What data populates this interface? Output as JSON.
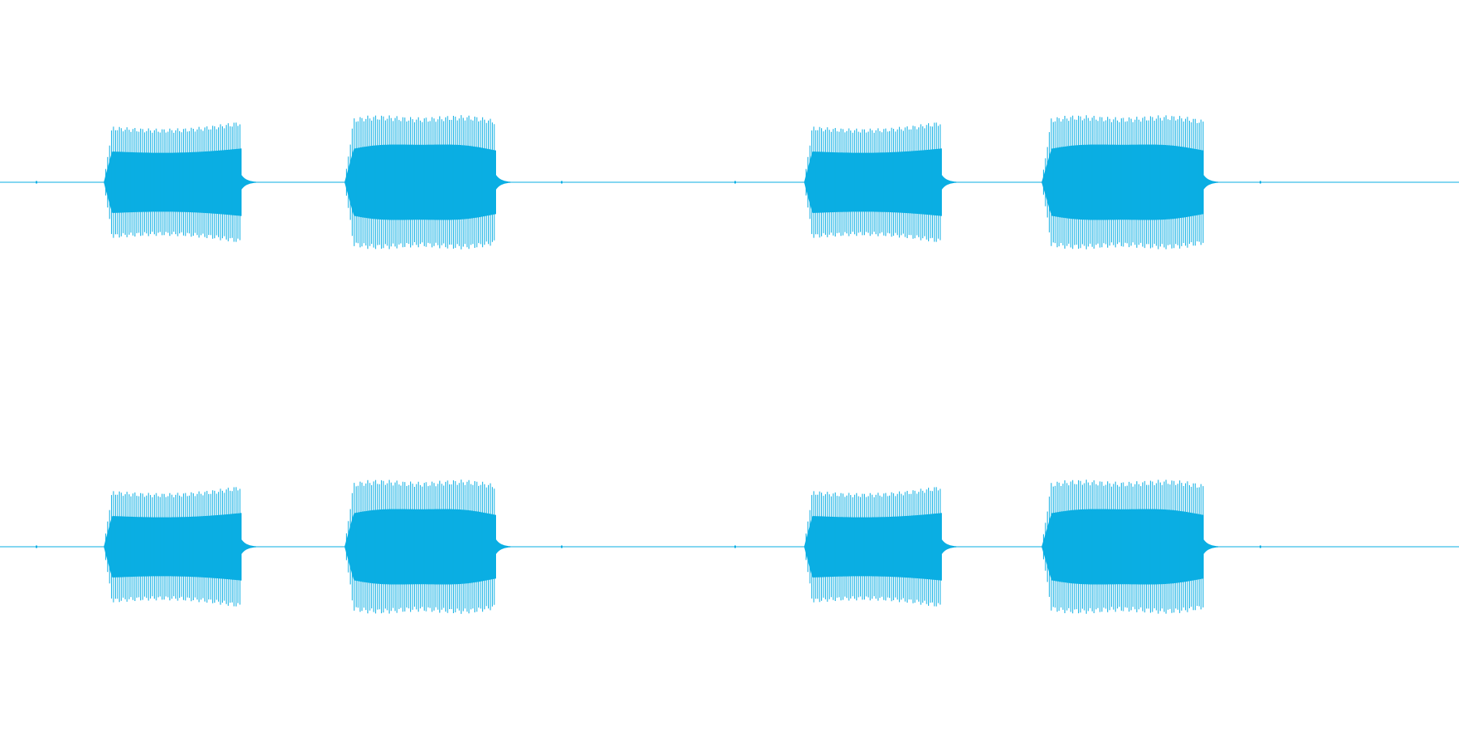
{
  "chart_data": {
    "type": "area",
    "title": "",
    "xlabel": "",
    "ylabel": "",
    "grid": false,
    "legend": "none",
    "colors": {
      "waveform": "#0aaee3",
      "background": "#ffffff"
    },
    "x_range": [
      0,
      1800
    ],
    "y_range": [
      -1,
      1
    ],
    "channels": [
      {
        "bursts": [
          {
            "start": 128,
            "end": 298,
            "peak": 0.82,
            "core": 0.45,
            "shape": "tapered"
          },
          {
            "start": 425,
            "end": 612,
            "peak": 0.92,
            "core": 0.52,
            "shape": "bulged"
          },
          {
            "start": 992,
            "end": 1162,
            "peak": 0.82,
            "core": 0.45,
            "shape": "tapered"
          },
          {
            "start": 1285,
            "end": 1485,
            "peak": 0.92,
            "core": 0.52,
            "shape": "bulged"
          }
        ],
        "clicks": [
          45,
          693,
          907,
          1555
        ]
      },
      {
        "bursts": [
          {
            "start": 128,
            "end": 298,
            "peak": 0.82,
            "core": 0.45,
            "shape": "tapered"
          },
          {
            "start": 425,
            "end": 612,
            "peak": 0.92,
            "core": 0.52,
            "shape": "bulged"
          },
          {
            "start": 992,
            "end": 1162,
            "peak": 0.82,
            "core": 0.45,
            "shape": "tapered"
          },
          {
            "start": 1285,
            "end": 1485,
            "peak": 0.92,
            "core": 0.52,
            "shape": "bulged"
          }
        ],
        "clicks": [
          45,
          693,
          907,
          1555
        ]
      }
    ]
  }
}
